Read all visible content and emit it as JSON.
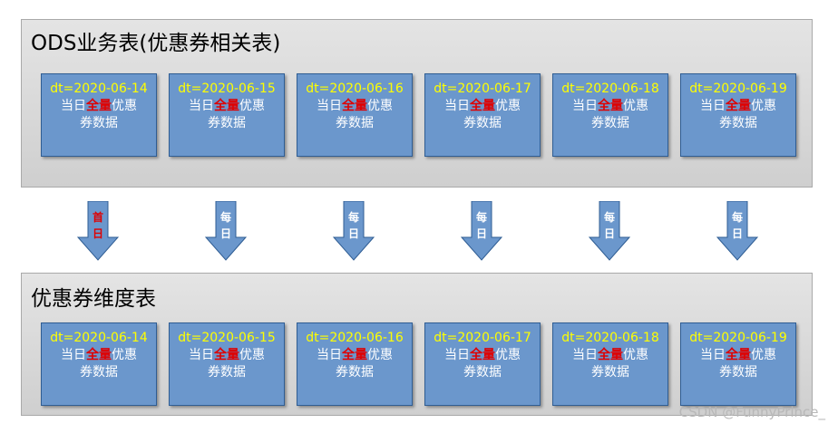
{
  "top_panel": {
    "title": "ODS业务表(优惠券相关表)"
  },
  "bottom_panel": {
    "title": "优惠券维度表"
  },
  "boxes_top": [
    {
      "dt": "dt=2020-06-14",
      "prefix": "当日",
      "highlight": "全量",
      "suffix": "优惠",
      "line3": "券数据"
    },
    {
      "dt": "dt=2020-06-15",
      "prefix": "当日",
      "highlight": "全量",
      "suffix": "优惠",
      "line3": "券数据"
    },
    {
      "dt": "dt=2020-06-16",
      "prefix": "当日",
      "highlight": "全量",
      "suffix": "优惠",
      "line3": "券数据"
    },
    {
      "dt": "dt=2020-06-17",
      "prefix": "当日",
      "highlight": "全量",
      "suffix": "优惠",
      "line3": "券数据"
    },
    {
      "dt": "dt=2020-06-18",
      "prefix": "当日",
      "highlight": "全量",
      "suffix": "优惠",
      "line3": "券数据"
    },
    {
      "dt": "dt=2020-06-19",
      "prefix": "当日",
      "highlight": "全量",
      "suffix": "优惠",
      "line3": "券数据"
    }
  ],
  "boxes_bottom": [
    {
      "dt": "dt=2020-06-14",
      "prefix": "当日",
      "highlight": "全量",
      "suffix": "优惠",
      "line3": "券数据"
    },
    {
      "dt": "dt=2020-06-15",
      "prefix": "当日",
      "highlight": "全量",
      "suffix": "优惠",
      "line3": "券数据"
    },
    {
      "dt": "dt=2020-06-16",
      "prefix": "当日",
      "highlight": "全量",
      "suffix": "优惠",
      "line3": "券数据"
    },
    {
      "dt": "dt=2020-06-17",
      "prefix": "当日",
      "highlight": "全量",
      "suffix": "优惠",
      "line3": "券数据"
    },
    {
      "dt": "dt=2020-06-18",
      "prefix": "当日",
      "highlight": "全量",
      "suffix": "优惠",
      "line3": "券数据"
    },
    {
      "dt": "dt=2020-06-19",
      "prefix": "当日",
      "highlight": "全量",
      "suffix": "优惠",
      "line3": "券数据"
    }
  ],
  "arrows": [
    {
      "c1": "首",
      "c2": "日",
      "color": "#e00000"
    },
    {
      "c1": "每",
      "c2": "日",
      "color": "#ffffff"
    },
    {
      "c1": "每",
      "c2": "日",
      "color": "#ffffff"
    },
    {
      "c1": "每",
      "c2": "日",
      "color": "#ffffff"
    },
    {
      "c1": "每",
      "c2": "日",
      "color": "#ffffff"
    },
    {
      "c1": "每",
      "c2": "日",
      "color": "#ffffff"
    }
  ],
  "colors": {
    "box_fill": "#6b97cc",
    "date_text": "#ffff00",
    "highlight_text": "#e00000",
    "arrow_fill": "#6b97cc"
  },
  "watermark": "CSDN @FunnyPrince_"
}
